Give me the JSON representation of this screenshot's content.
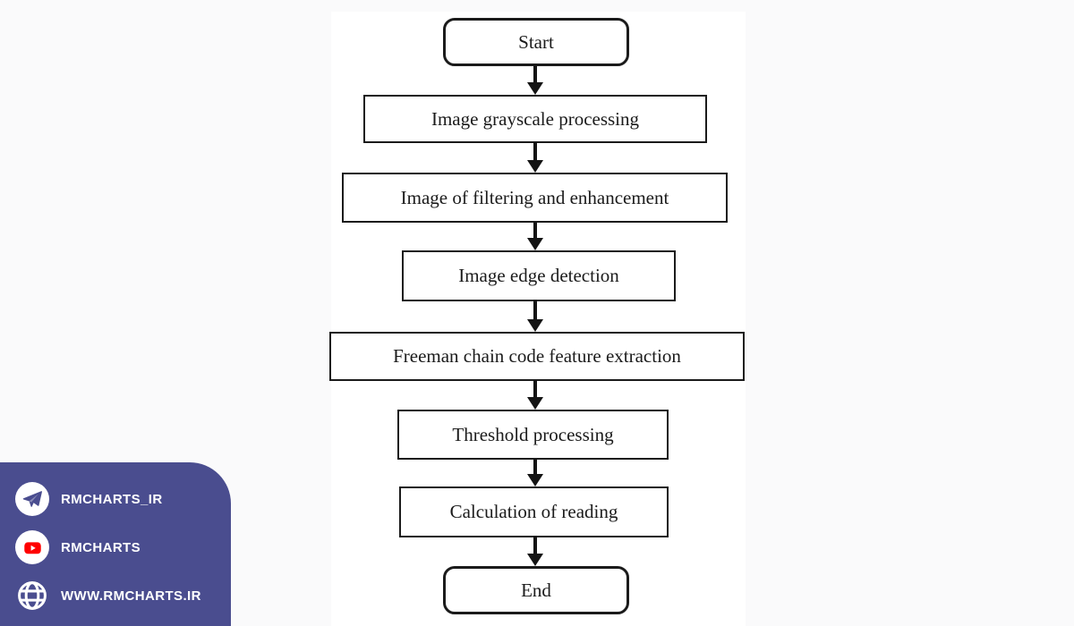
{
  "figure": {
    "type": "flowchart",
    "stroke_color": "#1b1b1b",
    "text_color": "#1b1b1b",
    "background_color": "#ffffff",
    "nodes": [
      {
        "id": "start",
        "label": "Start",
        "shape": "rounded"
      },
      {
        "id": "grayscale",
        "label": "Image grayscale processing",
        "shape": "rect"
      },
      {
        "id": "filtering",
        "label": "Image of filtering and enhancement",
        "shape": "rect"
      },
      {
        "id": "edge-detection",
        "label": "Image edge detection",
        "shape": "rect"
      },
      {
        "id": "freeman",
        "label": "Freeman chain code feature extraction",
        "shape": "rect"
      },
      {
        "id": "threshold",
        "label": "Threshold processing",
        "shape": "rect"
      },
      {
        "id": "calculation",
        "label": "Calculation of reading",
        "shape": "rect"
      },
      {
        "id": "end",
        "label": "End",
        "shape": "rounded"
      }
    ],
    "edges": [
      {
        "from": "start",
        "to": "grayscale"
      },
      {
        "from": "grayscale",
        "to": "filtering"
      },
      {
        "from": "filtering",
        "to": "edge-detection"
      },
      {
        "from": "edge-detection",
        "to": "freeman"
      },
      {
        "from": "freeman",
        "to": "threshold"
      },
      {
        "from": "threshold",
        "to": "calculation"
      },
      {
        "from": "calculation",
        "to": "end"
      }
    ]
  },
  "watermark": {
    "background_color": "#4a4d8f",
    "youtube_red": "#ff0000",
    "items": [
      {
        "icon": "telegram-icon",
        "label": "RMCHARTS_IR"
      },
      {
        "icon": "youtube-icon",
        "label": "RMCHARTS"
      },
      {
        "icon": "globe-icon",
        "label": "WWW.RMCHARTS.IR"
      }
    ]
  }
}
